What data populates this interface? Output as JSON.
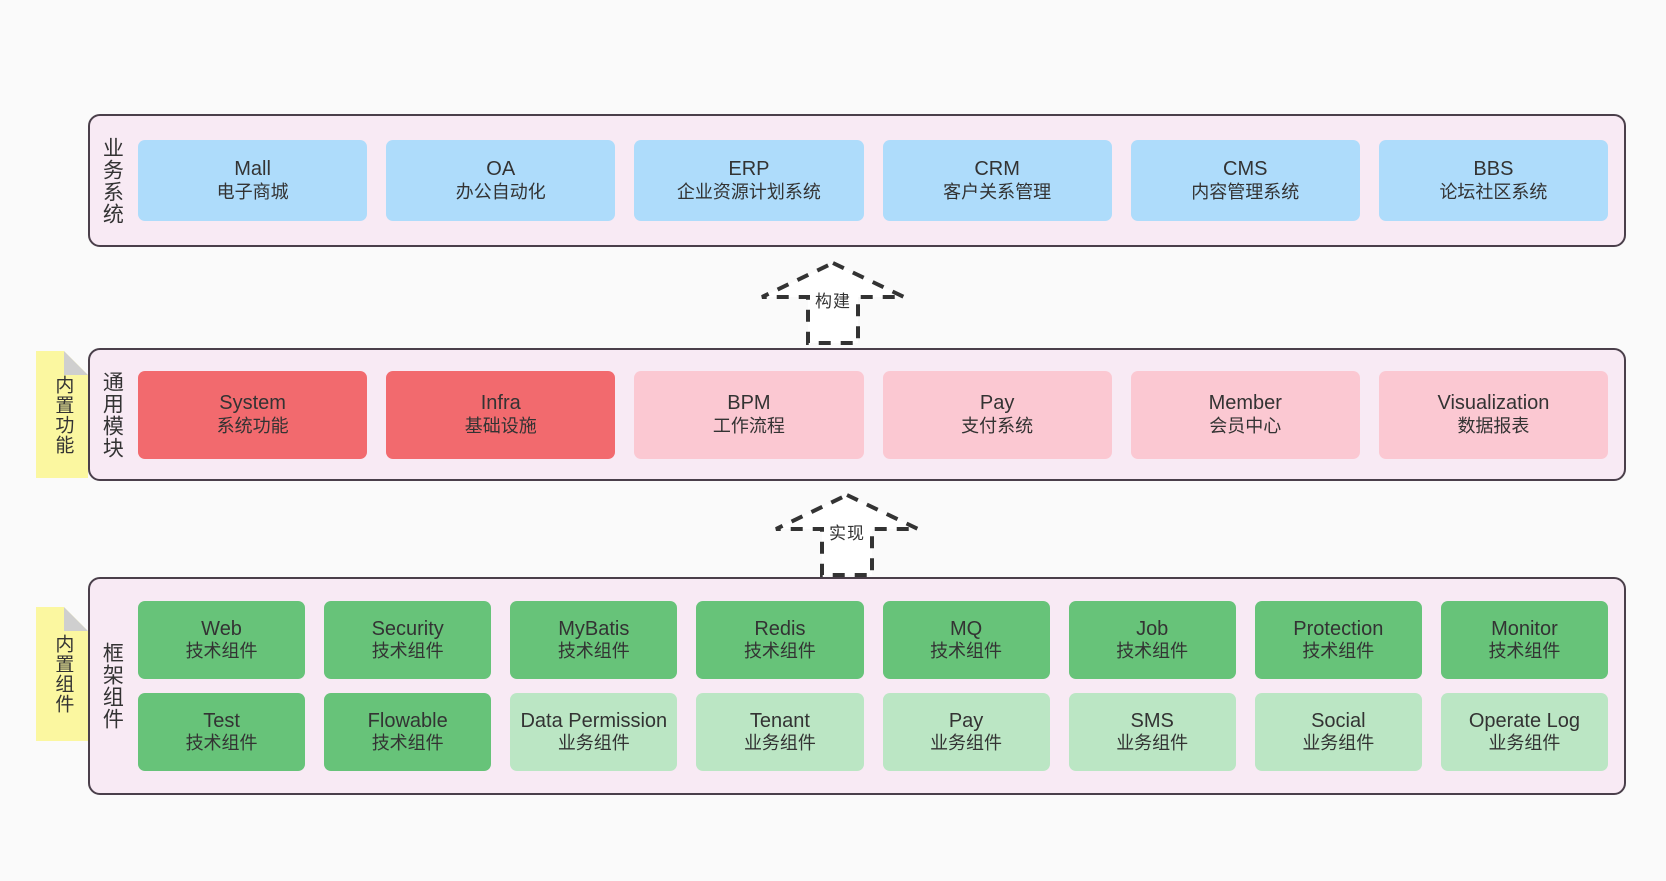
{
  "diagram": {
    "title": "",
    "background_color": "#fafafa",
    "layer_fill": "#f8eaf4",
    "layer_border": "#4a3f4a",
    "note_color": "#fbf7a0",
    "colors": {
      "blue": "#aedcfb",
      "red": "#f26a6e",
      "pink": "#fbc8d2",
      "green": "#67c379",
      "light_green": "#bbe6c4"
    }
  },
  "layers": [
    {
      "id": "business-system",
      "title": "业务系统",
      "rows": [
        [
          {
            "title": "Mall",
            "sub": "电子商城",
            "color": "blue"
          },
          {
            "title": "OA",
            "sub": "办公自动化",
            "color": "blue"
          },
          {
            "title": "ERP",
            "sub": "企业资源计划系统",
            "color": "blue"
          },
          {
            "title": "CRM",
            "sub": "客户关系管理",
            "color": "blue"
          },
          {
            "title": "CMS",
            "sub": "内容管理系统",
            "color": "blue"
          },
          {
            "title": "BBS",
            "sub": "论坛社区系统",
            "color": "blue"
          }
        ]
      ]
    },
    {
      "id": "common-module",
      "title": "通用模块",
      "note": "内置功能",
      "rows": [
        [
          {
            "title": "System",
            "sub": "系统功能",
            "color": "red"
          },
          {
            "title": "Infra",
            "sub": "基础设施",
            "color": "red"
          },
          {
            "title": "BPM",
            "sub": "工作流程",
            "color": "pink"
          },
          {
            "title": "Pay",
            "sub": "支付系统",
            "color": "pink"
          },
          {
            "title": "Member",
            "sub": "会员中心",
            "color": "pink"
          },
          {
            "title": "Visualization",
            "sub": "数据报表",
            "color": "pink"
          }
        ]
      ]
    },
    {
      "id": "framework-component",
      "title": "框架组件",
      "note": "内置组件",
      "rows": [
        [
          {
            "title": "Web",
            "sub": "技术组件",
            "color": "green"
          },
          {
            "title": "Security",
            "sub": "技术组件",
            "color": "green"
          },
          {
            "title": "MyBatis",
            "sub": "技术组件",
            "color": "green"
          },
          {
            "title": "Redis",
            "sub": "技术组件",
            "color": "green"
          },
          {
            "title": "MQ",
            "sub": "技术组件",
            "color": "green"
          },
          {
            "title": "Job",
            "sub": "技术组件",
            "color": "green"
          },
          {
            "title": "Protection",
            "sub": "技术组件",
            "color": "green"
          },
          {
            "title": "Monitor",
            "sub": "技术组件",
            "color": "green"
          }
        ],
        [
          {
            "title": "Test",
            "sub": "技术组件",
            "color": "green"
          },
          {
            "title": "Flowable",
            "sub": "技术组件",
            "color": "green"
          },
          {
            "title": "Data Permission",
            "sub": "业务组件",
            "color": "light_green"
          },
          {
            "title": "Tenant",
            "sub": "业务组件",
            "color": "light_green"
          },
          {
            "title": "Pay",
            "sub": "业务组件",
            "color": "light_green"
          },
          {
            "title": "SMS",
            "sub": "业务组件",
            "color": "light_green"
          },
          {
            "title": "Social",
            "sub": "业务组件",
            "color": "light_green"
          },
          {
            "title": "Operate Log",
            "sub": "业务组件",
            "color": "light_green"
          }
        ]
      ]
    }
  ],
  "connectors": [
    {
      "id": "build",
      "label": "构建",
      "from": "common-module",
      "to": "business-system"
    },
    {
      "id": "implement",
      "label": "实现",
      "from": "framework-component",
      "to": "common-module"
    }
  ]
}
